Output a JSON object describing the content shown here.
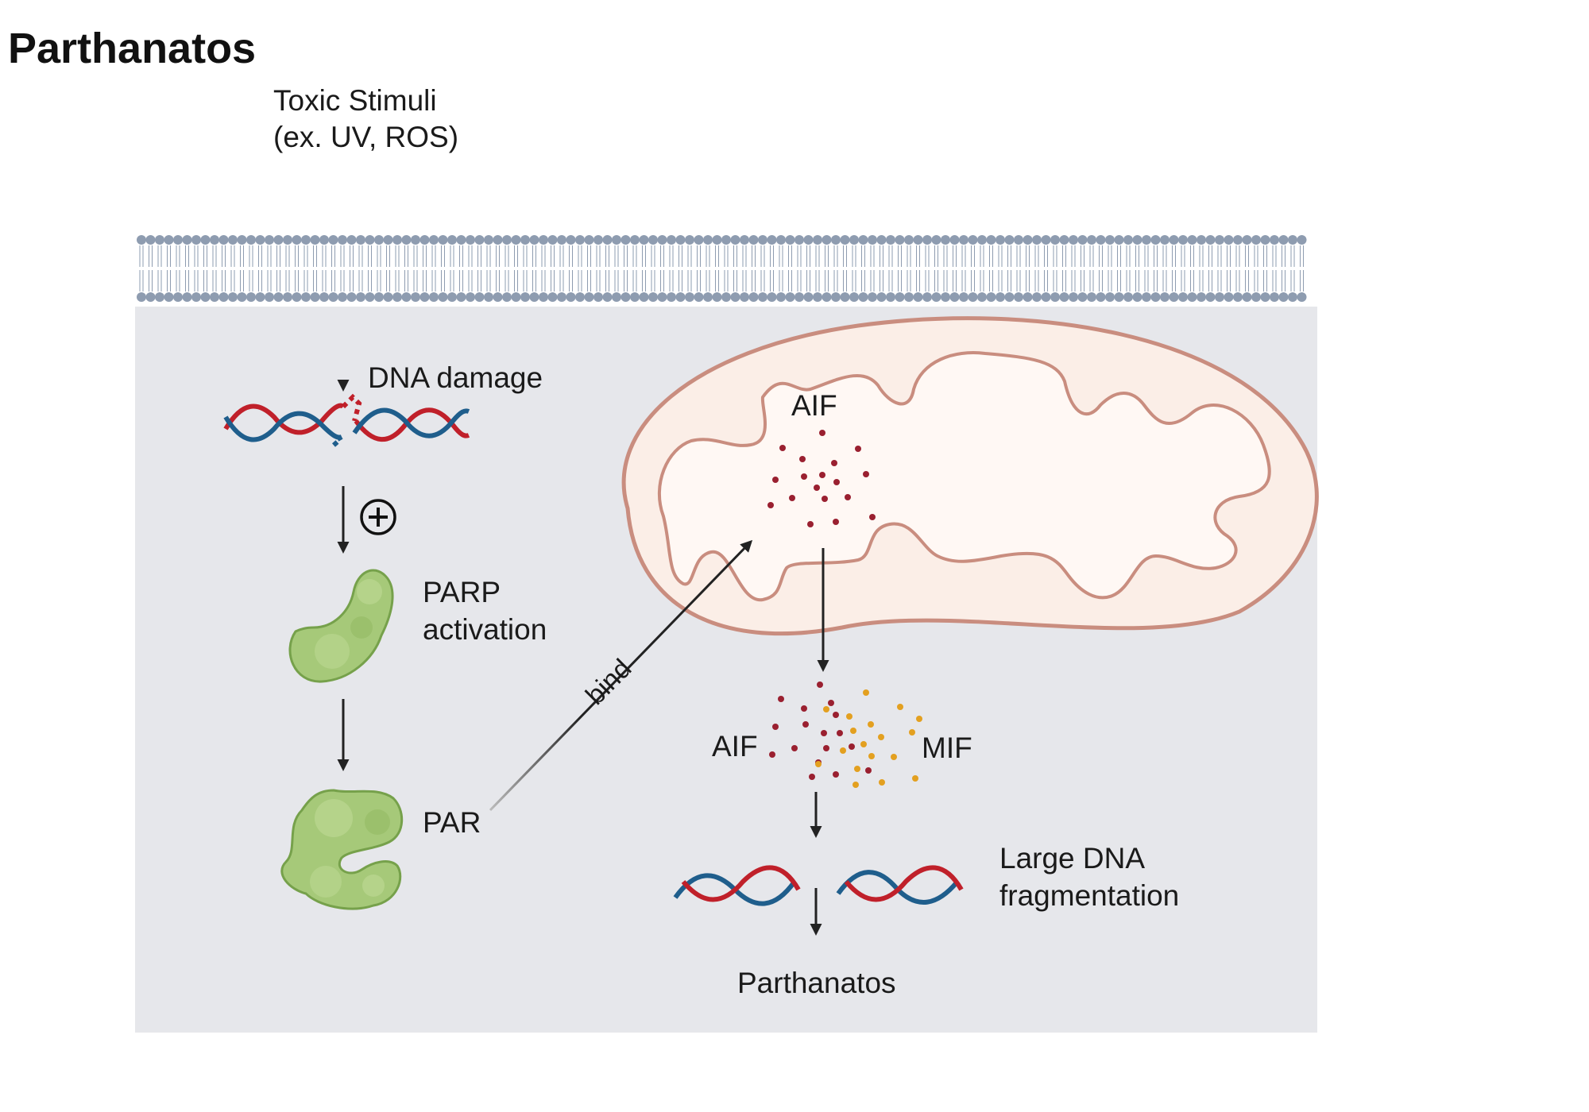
{
  "title": "Parthanatos",
  "labels": {
    "toxic_stimuli_1": "Toxic Stimuli",
    "toxic_stimuli_2": "(ex. UV, ROS)",
    "dna_damage": "DNA damage",
    "parp_1": "PARP",
    "parp_2": "activation",
    "par": "PAR",
    "bind": "bind",
    "aif_inside": "AIF",
    "aif_released": "AIF",
    "mif": "MIF",
    "large_dna_1": "Large DNA",
    "large_dna_2": "fragmentation",
    "outcome": "Parthanatos"
  },
  "symbols": {
    "plus": "⊕"
  },
  "colors": {
    "cytoplasm": "#e6e7eb",
    "membrane_head": "#8e9cb0",
    "mito_outer_fill": "#fbeee7",
    "mito_outer_stroke": "#c98d7f",
    "mito_inner_fill": "#fff8f4",
    "dna_red": "#c0202a",
    "dna_blue": "#1f5e8c",
    "protein_green": "#a6c979",
    "protein_stroke": "#76a14b",
    "aif_dot": "#9a2030",
    "mif_dot": "#e3a020",
    "arrow": "#222222"
  }
}
